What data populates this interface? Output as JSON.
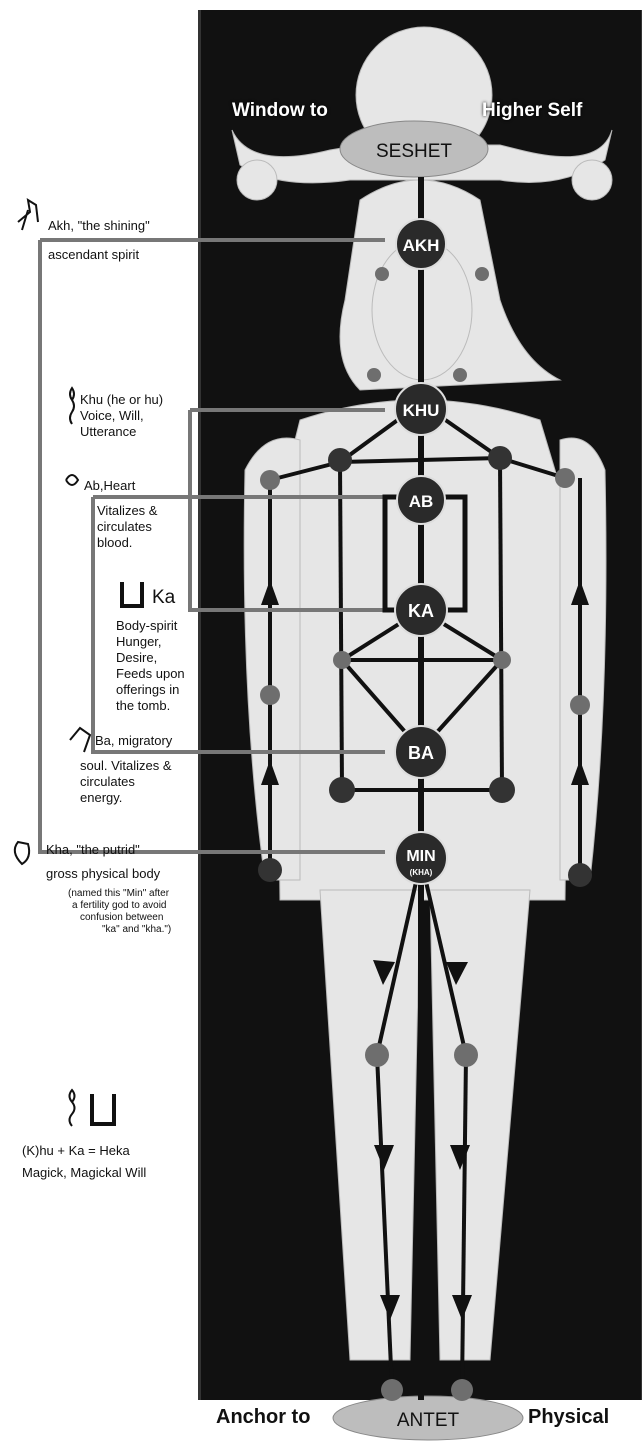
{
  "top": {
    "left_label": "Window to",
    "right_label": "Higher Self",
    "seshet": "SESHET"
  },
  "bottom": {
    "left_label": "Anchor to",
    "antet": "ANTET",
    "right_label": "Physical"
  },
  "nodes": {
    "akh": "AKH",
    "khu": "KHU",
    "ab": "AB",
    "ka": "KA",
    "ba": "BA",
    "min": "MIN",
    "min_sub": "(KHA)"
  },
  "annotations": {
    "akh_line1": "Akh, \"the shining\"",
    "akh_line2": "ascendant spirit",
    "khu_line1": "Khu (he or hu)",
    "khu_line2": "Voice, Will,",
    "khu_line3": "Utterance",
    "ab_line1": "Ab,Heart",
    "ab_line2": "Vitalizes &",
    "ab_line3": "circulates",
    "ab_line4": "blood.",
    "ka_title": "Ka",
    "ka_line1": "Body-spirit",
    "ka_line2": "Hunger,",
    "ka_line3": "Desire,",
    "ka_line4": "Feeds upon",
    "ka_line5": "offerings in",
    "ka_line6": "the tomb.",
    "ba_line1": "Ba, migratory",
    "ba_line2": "soul. Vitalizes &",
    "ba_line3": "circulates",
    "ba_line4": "energy.",
    "kha_line1": "Kha, \"the putrid\"",
    "kha_line2": "gross physical body",
    "kha_note1": "(named this \"Min\" after",
    "kha_note2": "a fertility god to avoid",
    "kha_note3": "confusion between",
    "kha_note4": "\"ka\" and \"kha.\")",
    "heka_line1": "(K)hu + Ka = Heka",
    "heka_line2": "Magick, Magickal Will"
  },
  "colors": {
    "panel": "#111111",
    "figure": "#e8e8e8",
    "node_fill": "#2a2a2a",
    "connector_gray": "#777777",
    "small_node": "#6e6e6e"
  }
}
